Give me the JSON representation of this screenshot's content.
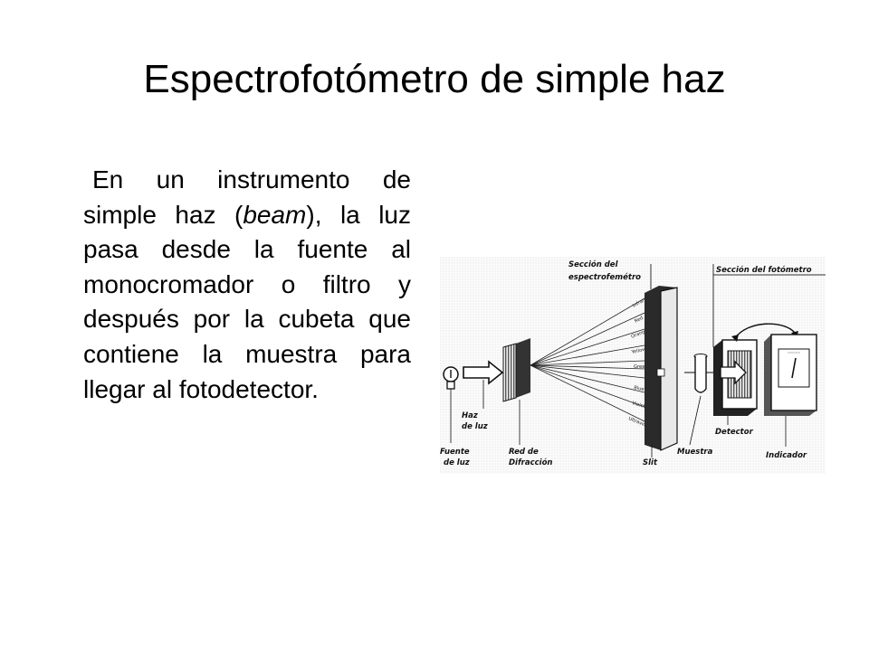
{
  "slide": {
    "title": "Espectrofotómetro de simple haz",
    "paragraph": {
      "before_italic": "En un instrumento de simple haz (",
      "italic": "beam",
      "after_italic": "), la luz pasa desde la fuente al monocromador o filtro y después por la cubeta que contiene la muestra para llegar al fotodetector."
    }
  },
  "diagram": {
    "labels": {
      "seccion_espectrofotometro_1": "Sección del",
      "seccion_espectrofotometro_2": "espectrofemétro",
      "seccion_fotometro": "Sección del fotómetro",
      "haz_1": "Haz",
      "haz_2": "de luz",
      "fuente_1": "Fuente",
      "fuente_2": "de luz",
      "red_1": "Red de",
      "red_2": "Difracción",
      "slit": "Slit",
      "muestra": "Muestra",
      "detector": "Detector",
      "indicador": "Indicador"
    },
    "bands": [
      "Infrared",
      "Red",
      "Orange",
      "Yellow",
      "Green",
      "Blue",
      "Violet",
      "Ultraviolet"
    ],
    "icons": [
      "light-bulb-icon",
      "arrow-icon",
      "meter-needle-icon"
    ]
  }
}
